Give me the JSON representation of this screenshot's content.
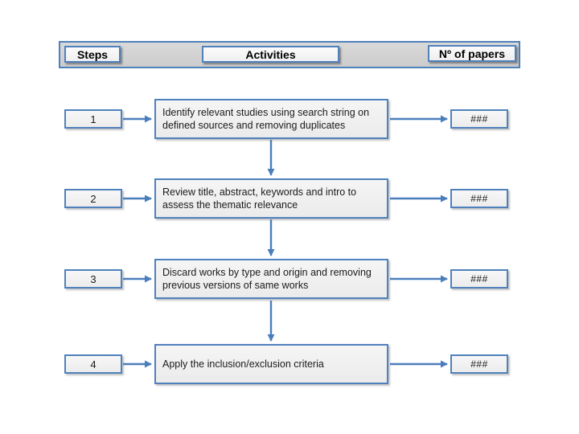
{
  "header": {
    "steps_label": "Steps",
    "activities_label": "Activities",
    "papers_label": "Nº of papers"
  },
  "rows": [
    {
      "step": "1",
      "activity": "Identify relevant studies using search string on defined sources and removing duplicates",
      "papers": "###"
    },
    {
      "step": "2",
      "activity": "Review title, abstract, keywords and intro to assess the thematic relevance",
      "papers": "###"
    },
    {
      "step": "3",
      "activity": "Discard works by type and origin and removing previous versions of same works",
      "papers": "###"
    },
    {
      "step": "4",
      "activity": "Apply the inclusion/exclusion criteria",
      "papers": "###"
    }
  ],
  "colors": {
    "accent_border": "#4f81bd",
    "arrow": "#4a7ebb",
    "header_fill": "#d2d2d2",
    "box_fill": "#f1f1f1"
  }
}
